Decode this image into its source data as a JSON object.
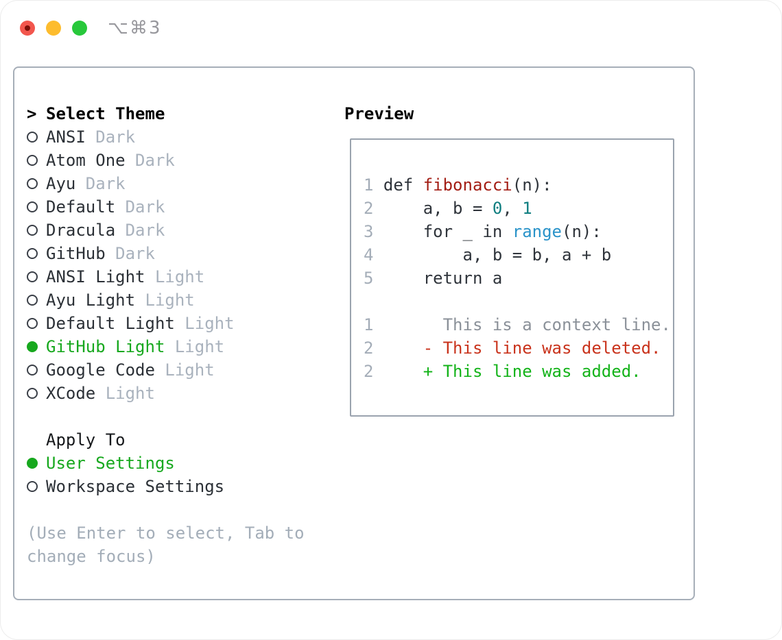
{
  "window": {
    "shortcut_title": "⌥⌘3"
  },
  "colors": {
    "accent_green": "#17a81e",
    "added_green": "#14b31a",
    "deleted_red": "#c9331c",
    "function_red": "#a31e15",
    "number_teal": "#0f7e80",
    "builtin_blue": "#2a93c9",
    "muted_gray": "#a9b2bd",
    "text_dark": "#2b3036",
    "panel_border": "#a6aeb8"
  },
  "theme_picker": {
    "cursor": ">",
    "title": "Select Theme",
    "items": [
      {
        "name": "ANSI",
        "tag": "Dark",
        "selected": false
      },
      {
        "name": "Atom One",
        "tag": "Dark",
        "selected": false
      },
      {
        "name": "Ayu",
        "tag": "Dark",
        "selected": false
      },
      {
        "name": "Default",
        "tag": "Dark",
        "selected": false
      },
      {
        "name": "Dracula",
        "tag": "Dark",
        "selected": false
      },
      {
        "name": "GitHub",
        "tag": "Dark",
        "selected": false
      },
      {
        "name": "ANSI Light",
        "tag": "Light",
        "selected": false
      },
      {
        "name": "Ayu Light",
        "tag": "Light",
        "selected": false
      },
      {
        "name": "Default Light",
        "tag": "Light",
        "selected": false
      },
      {
        "name": "GitHub Light",
        "tag": "Light",
        "selected": true
      },
      {
        "name": "Google Code",
        "tag": "Light",
        "selected": false
      },
      {
        "name": "XCode",
        "tag": "Light",
        "selected": false
      }
    ]
  },
  "apply_to": {
    "title": "Apply To",
    "options": [
      {
        "label": "User Settings",
        "selected": true
      },
      {
        "label": "Workspace Settings",
        "selected": false
      }
    ]
  },
  "hint": "(Use Enter to select, Tab to change focus)",
  "preview": {
    "title": "Preview",
    "lines": [
      [
        [
          "1 ",
          "lineno"
        ],
        [
          "def ",
          "code"
        ],
        [
          "fibonacci",
          "func"
        ],
        [
          "(n):",
          "code"
        ]
      ],
      [
        [
          "2 ",
          "lineno"
        ],
        [
          "    a, b = ",
          "code"
        ],
        [
          "0",
          "num"
        ],
        [
          ", ",
          "code"
        ],
        [
          "1",
          "num"
        ]
      ],
      [
        [
          "3 ",
          "lineno"
        ],
        [
          "    for _ in ",
          "code"
        ],
        [
          "range",
          "builtin"
        ],
        [
          "(n):",
          "code"
        ]
      ],
      [
        [
          "4 ",
          "lineno"
        ],
        [
          "        a, b = b, a + b",
          "code"
        ]
      ],
      [
        [
          "5 ",
          "lineno"
        ],
        [
          "    return a",
          "code"
        ]
      ],
      [
        [
          "",
          "code"
        ]
      ],
      [
        [
          "1 ",
          "lineno"
        ],
        [
          "      This is a context line.",
          "context"
        ]
      ],
      [
        [
          "2 ",
          "lineno"
        ],
        [
          "    - This line was deleted.",
          "deleted"
        ]
      ],
      [
        [
          "2 ",
          "lineno"
        ],
        [
          "    + This line was added.",
          "added"
        ]
      ]
    ]
  }
}
